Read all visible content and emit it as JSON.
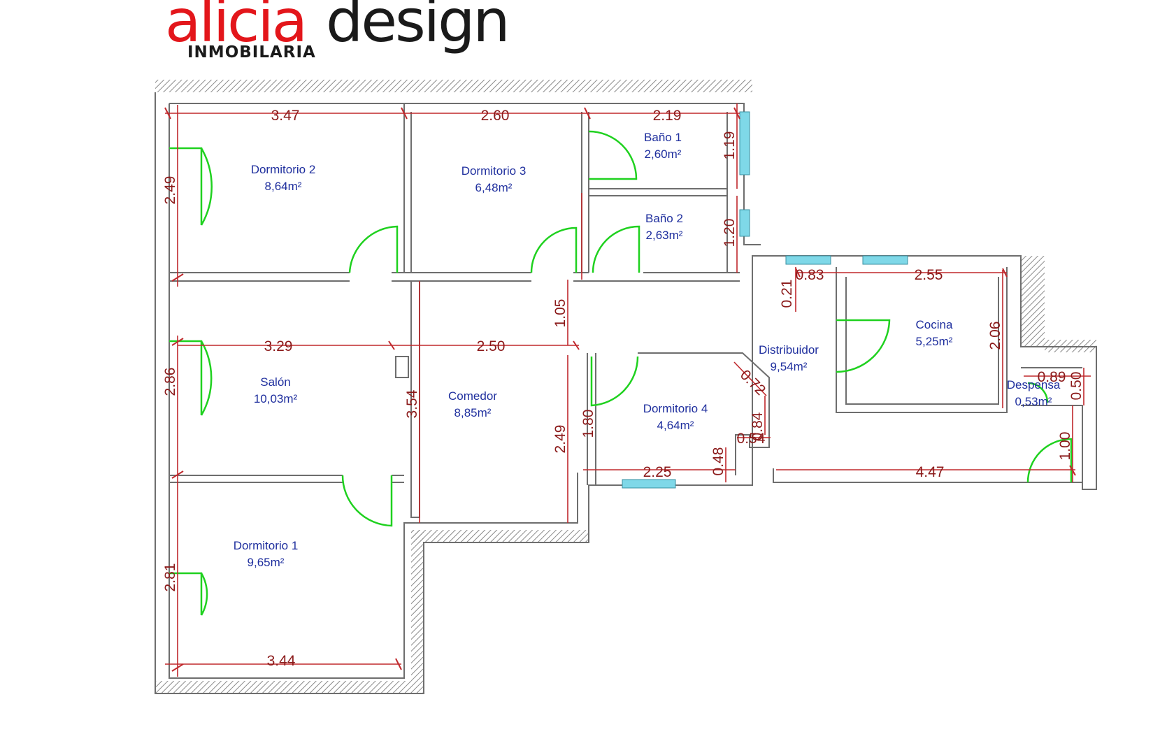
{
  "brand": {
    "name_red": "alicia",
    "name_black": "design",
    "subtitle": "INMOBILARIA",
    "colors": {
      "red": "#e3161b",
      "black": "#1a1a1a"
    }
  },
  "colors": {
    "walls": "#6e6e6e",
    "hatch": "#8a8a8a",
    "doors": "#1fd11f",
    "windows": "#7fd8e8",
    "dimension": "#c0282c",
    "dimension_text": "#8b1a1a",
    "room_text": "#1f2f9e"
  },
  "rooms": [
    {
      "id": "dormitorio-2",
      "name": "Dormitorio 2",
      "area": "8,64m²"
    },
    {
      "id": "dormitorio-3",
      "name": "Dormitorio 3",
      "area": "6,48m²"
    },
    {
      "id": "bano-1",
      "name": "Baño 1",
      "area": "2,60m²"
    },
    {
      "id": "bano-2",
      "name": "Baño 2",
      "area": "2,63m²"
    },
    {
      "id": "salon",
      "name": "Salón",
      "area": "10,03m²"
    },
    {
      "id": "comedor",
      "name": "Comedor",
      "area": "8,85m²"
    },
    {
      "id": "distribuidor",
      "name": "Distribuidor",
      "area": "9,54m²"
    },
    {
      "id": "cocina",
      "name": "Cocina",
      "area": "5,25m²"
    },
    {
      "id": "dormitorio-4",
      "name": "Dormitorio 4",
      "area": "4,64m²"
    },
    {
      "id": "despensa",
      "name": "Despensa",
      "area": "0,53m²"
    },
    {
      "id": "dormitorio-1",
      "name": "Dormitorio 1",
      "area": "9,65m²"
    }
  ],
  "dimensions": [
    "3.47",
    "2.60",
    "2.19",
    "1.19",
    "2.49",
    "1.20",
    "0.21",
    "0.83",
    "2.55",
    "1.05",
    "3.29",
    "2.50",
    "2.06",
    "0.72",
    "2.86",
    "3.54",
    "0.89",
    "0.50",
    "1.80",
    "0.84",
    "2.49",
    "0.54",
    "2.25",
    "0.48",
    "4.47",
    "1.00",
    "2.81",
    "3.44"
  ]
}
